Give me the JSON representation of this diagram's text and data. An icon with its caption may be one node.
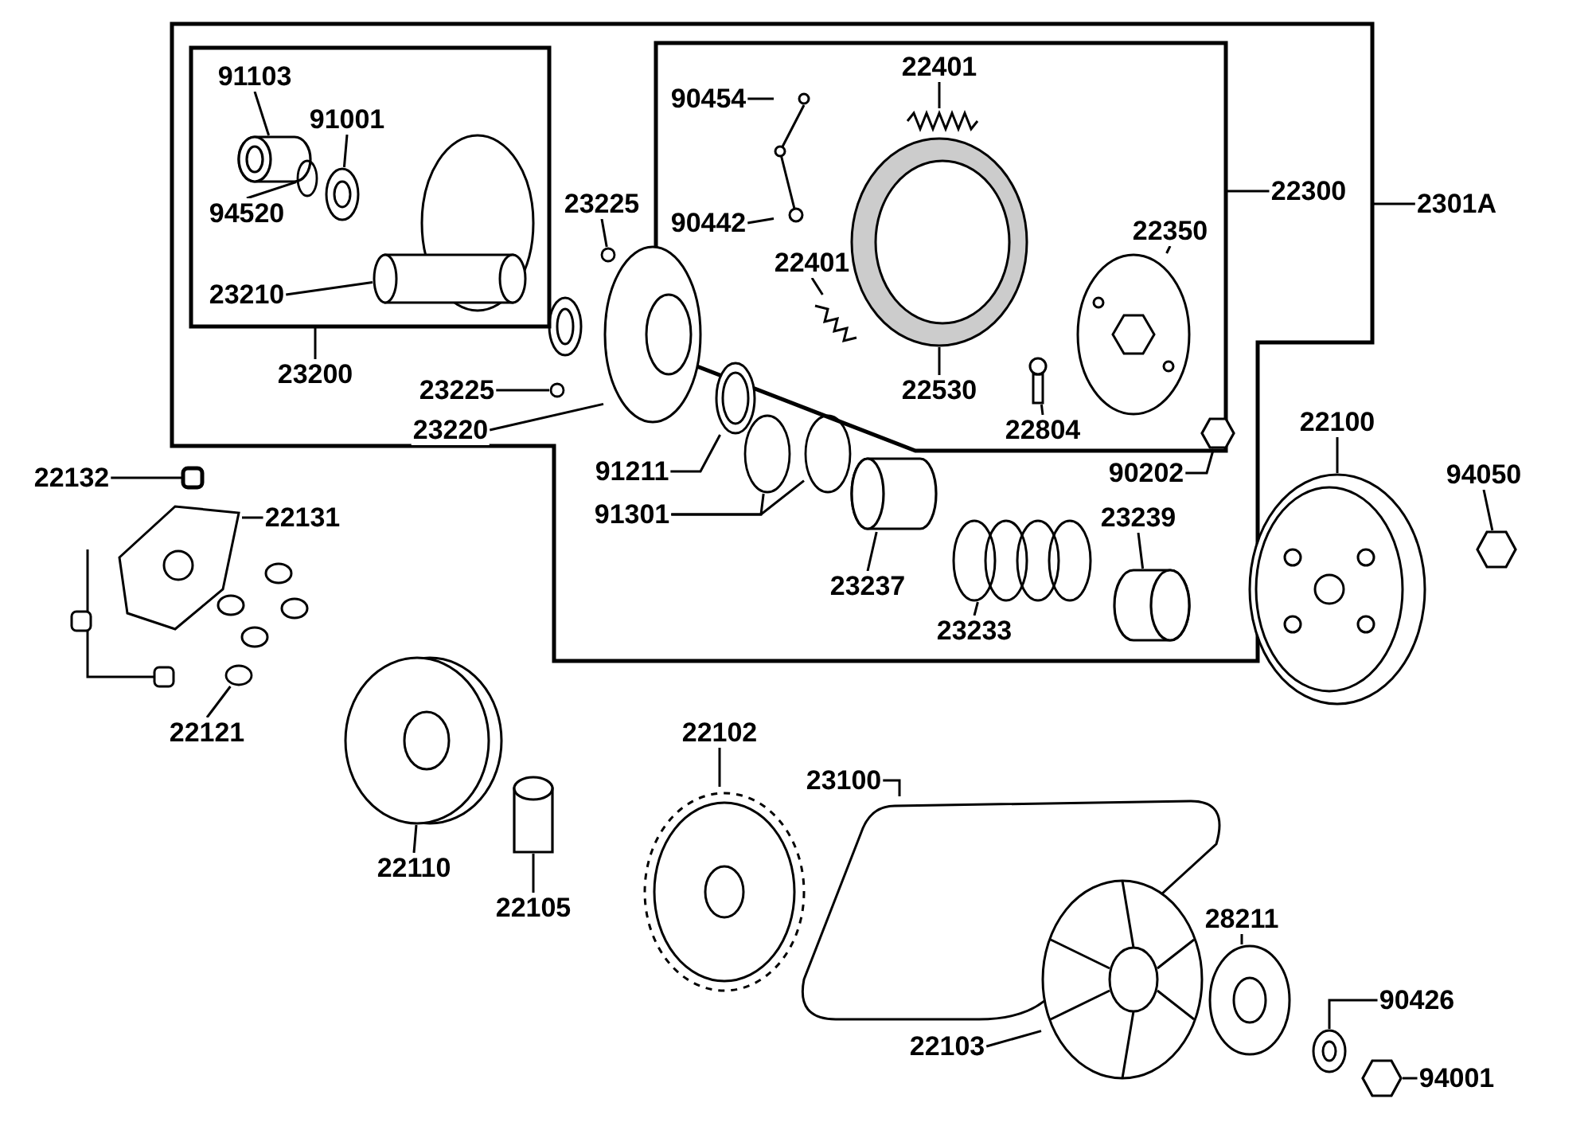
{
  "diagram": {
    "nodes": [
      {
        "text": [],
        "shape": "box"
      },
      {
        "text": [],
        "shape": "box",
        "in": 0
      },
      {
        "text": [],
        "shape": "box",
        "in": 0
      },
      {
        "text": [
          "91103"
        ],
        "in": 1
      },
      {
        "text": [
          "91001"
        ],
        "in": 1
      },
      {
        "text": [
          "94520"
        ],
        "in": 1
      },
      {
        "text": [
          "23210"
        ],
        "in": 1
      },
      {
        "text": [
          "23200"
        ],
        "in": 0
      },
      {
        "text": [
          "90454"
        ],
        "in": 2
      },
      {
        "text": [
          "22401"
        ],
        "in": 2
      },
      {
        "text": [
          "90442"
        ],
        "in": 2
      },
      {
        "text": [
          "22401"
        ],
        "in": 2
      },
      {
        "text": [
          "22350"
        ],
        "in": 2
      },
      {
        "text": [
          "22530"
        ],
        "in": 2
      },
      {
        "text": [
          "22804"
        ],
        "in": 2
      },
      {
        "text": [
          "23225"
        ],
        "in": 0
      },
      {
        "text": [
          "22300"
        ],
        "in": 0
      },
      {
        "text": [
          "2301A"
        ]
      },
      {
        "text": [
          "23225"
        ],
        "in": 0
      },
      {
        "text": [
          "23220"
        ],
        "in": 0
      },
      {
        "text": [
          "90202"
        ],
        "in": 0
      },
      {
        "text": [
          "22132"
        ]
      },
      {
        "text": [
          "22131"
        ]
      },
      {
        "text": [
          "91211"
        ],
        "in": 0
      },
      {
        "text": [
          "91301"
        ],
        "in": 0
      },
      {
        "text": [
          "23239"
        ],
        "in": 0
      },
      {
        "text": [
          "22100"
        ]
      },
      {
        "text": [
          "94050"
        ]
      },
      {
        "text": [
          "23237"
        ],
        "in": 0
      },
      {
        "text": [
          "23233"
        ],
        "in": 0
      },
      {
        "text": [
          "22121"
        ]
      },
      {
        "text": [
          "22102"
        ]
      },
      {
        "text": [
          "23100"
        ]
      },
      {
        "text": [
          "22110"
        ]
      },
      {
        "text": [
          "22105"
        ]
      },
      {
        "text": [
          "28211"
        ]
      },
      {
        "text": [
          "90426"
        ]
      },
      {
        "text": [
          "22103"
        ]
      },
      {
        "text": [
          "94001"
        ]
      },
      {
        "text": [],
        "shape": "cylinder",
        "in": 1
      },
      {
        "text": [],
        "shape": "picture",
        "in": 1
      },
      {
        "text": [],
        "shape": "circle",
        "in": 1
      },
      {
        "text": [],
        "shape": "picture",
        "in": 1
      },
      {
        "text": [],
        "shape": "picture",
        "in": 2
      },
      {
        "text": [],
        "shape": "picture",
        "in": 2
      },
      {
        "text": [],
        "shape": "picture",
        "in": 2
      },
      {
        "text": [],
        "shape": "picture",
        "in": 2
      },
      {
        "text": [],
        "shape": "picture",
        "in": 2
      },
      {
        "text": [],
        "shape": "picture",
        "in": 2
      },
      {
        "text": [],
        "shape": "circle",
        "in": 0
      },
      {
        "text": [],
        "shape": "circle",
        "in": 0
      },
      {
        "text": [],
        "shape": "picture",
        "in": 0
      },
      {
        "text": [],
        "shape": "hexagon",
        "in": 0
      },
      {
        "text": [],
        "shape": "box"
      },
      {
        "text": [],
        "shape": "picture"
      },
      {
        "text": [],
        "shape": "picture",
        "in": 0
      },
      {
        "text": [],
        "shape": "circle",
        "in": 0
      },
      {
        "text": [],
        "shape": "circle",
        "in": 0
      },
      {
        "text": [],
        "shape": "cylinder",
        "in": 0
      },
      {
        "text": [],
        "shape": "picture"
      },
      {
        "text": [],
        "shape": "hexagon"
      },
      {
        "text": [],
        "shape": "cylinder",
        "in": 0
      },
      {
        "text": [],
        "shape": "picture",
        "in": 0
      },
      {
        "text": [],
        "shape": "circle"
      },
      {
        "text": [],
        "shape": "picture"
      },
      {
        "text": [],
        "shape": "picture"
      },
      {
        "text": [],
        "shape": "picture"
      },
      {
        "text": [],
        "shape": "cylinder"
      },
      {
        "text": [],
        "shape": "picture"
      },
      {
        "text": [],
        "shape": "picture"
      },
      {
        "text": [],
        "shape": "picture"
      },
      {
        "text": [],
        "shape": "hexagon"
      }
    ],
    "edges": [
      {
        "from": 3,
        "to": 39,
        "arrow": "none"
      },
      {
        "from": 4,
        "to": 40,
        "arrow": "none"
      },
      {
        "from": 5,
        "to": 41,
        "arrow": "none"
      },
      {
        "from": 6,
        "to": 42,
        "arrow": "none"
      },
      {
        "from": 7,
        "to": 1,
        "arrow": "none"
      },
      {
        "from": 8,
        "to": 43,
        "arrow": "none"
      },
      {
        "from": 9,
        "to": 44,
        "arrow": "none"
      },
      {
        "from": 10,
        "to": 43,
        "arrow": "none"
      },
      {
        "from": 11,
        "to": 45,
        "arrow": "none"
      },
      {
        "from": 12,
        "to": 46,
        "arrow": "none"
      },
      {
        "from": 13,
        "to": 47,
        "arrow": "none"
      },
      {
        "from": 14,
        "to": 48,
        "arrow": "none"
      },
      {
        "from": 15,
        "to": 49,
        "arrow": "none"
      },
      {
        "from": 16,
        "to": 2,
        "arrow": "none"
      },
      {
        "from": 17,
        "to": 0,
        "arrow": "none"
      },
      {
        "from": 18,
        "to": 50,
        "arrow": "none"
      },
      {
        "from": 19,
        "to": 51,
        "arrow": "none"
      },
      {
        "from": 20,
        "to": 52,
        "arrow": "none"
      },
      {
        "from": 21,
        "to": 53,
        "arrow": "none"
      },
      {
        "from": 22,
        "to": 54,
        "arrow": "none"
      },
      {
        "from": 23,
        "to": 55,
        "arrow": "none"
      },
      {
        "from": 24,
        "to": 56,
        "arrow": "none"
      },
      {
        "from": 24,
        "to": 57,
        "arrow": "none"
      },
      {
        "from": 25,
        "to": 58,
        "arrow": "none"
      },
      {
        "from": 26,
        "to": 59,
        "arrow": "none"
      },
      {
        "from": 27,
        "to": 60,
        "arrow": "none"
      },
      {
        "from": 28,
        "to": 61,
        "arrow": "none"
      },
      {
        "from": 29,
        "to": 62,
        "arrow": "none"
      },
      {
        "from": 30,
        "to": 63,
        "arrow": "none"
      },
      {
        "from": 31,
        "to": 64,
        "arrow": "none"
      },
      {
        "from": 32,
        "to": 65,
        "arrow": "none"
      },
      {
        "from": 33,
        "to": 66,
        "arrow": "none"
      },
      {
        "from": 34,
        "to": 67,
        "arrow": "none"
      },
      {
        "from": 35,
        "to": 68,
        "arrow": "none"
      },
      {
        "from": 36,
        "to": 69,
        "arrow": "none"
      },
      {
        "from": 37,
        "to": 70,
        "arrow": "none"
      },
      {
        "from": 38,
        "to": 71,
        "arrow": "none"
      }
    ]
  }
}
